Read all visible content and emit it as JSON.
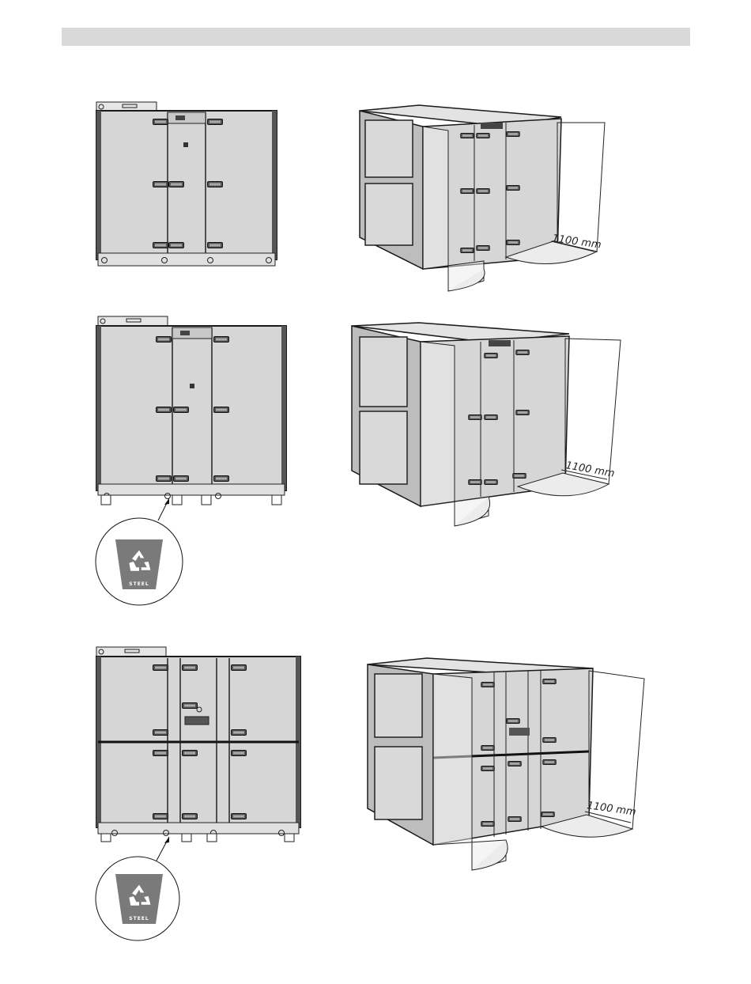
{
  "page": {
    "header_bar_color": "#d9d9d9"
  },
  "figures": {
    "row1": {
      "clearance": "1100 mm"
    },
    "row2": {
      "clearance": "1100 mm",
      "recycle_label": "STEEL"
    },
    "row3": {
      "clearance": "1100 mm",
      "recycle_label": "STEEL"
    }
  },
  "colors": {
    "panel": "#d6d6d6",
    "panel_dark": "#bdbdbd",
    "outline": "#1a1a1a",
    "bin": "#7a7a7a"
  },
  "icons": [
    "recycle-icon",
    "handle-icon"
  ]
}
